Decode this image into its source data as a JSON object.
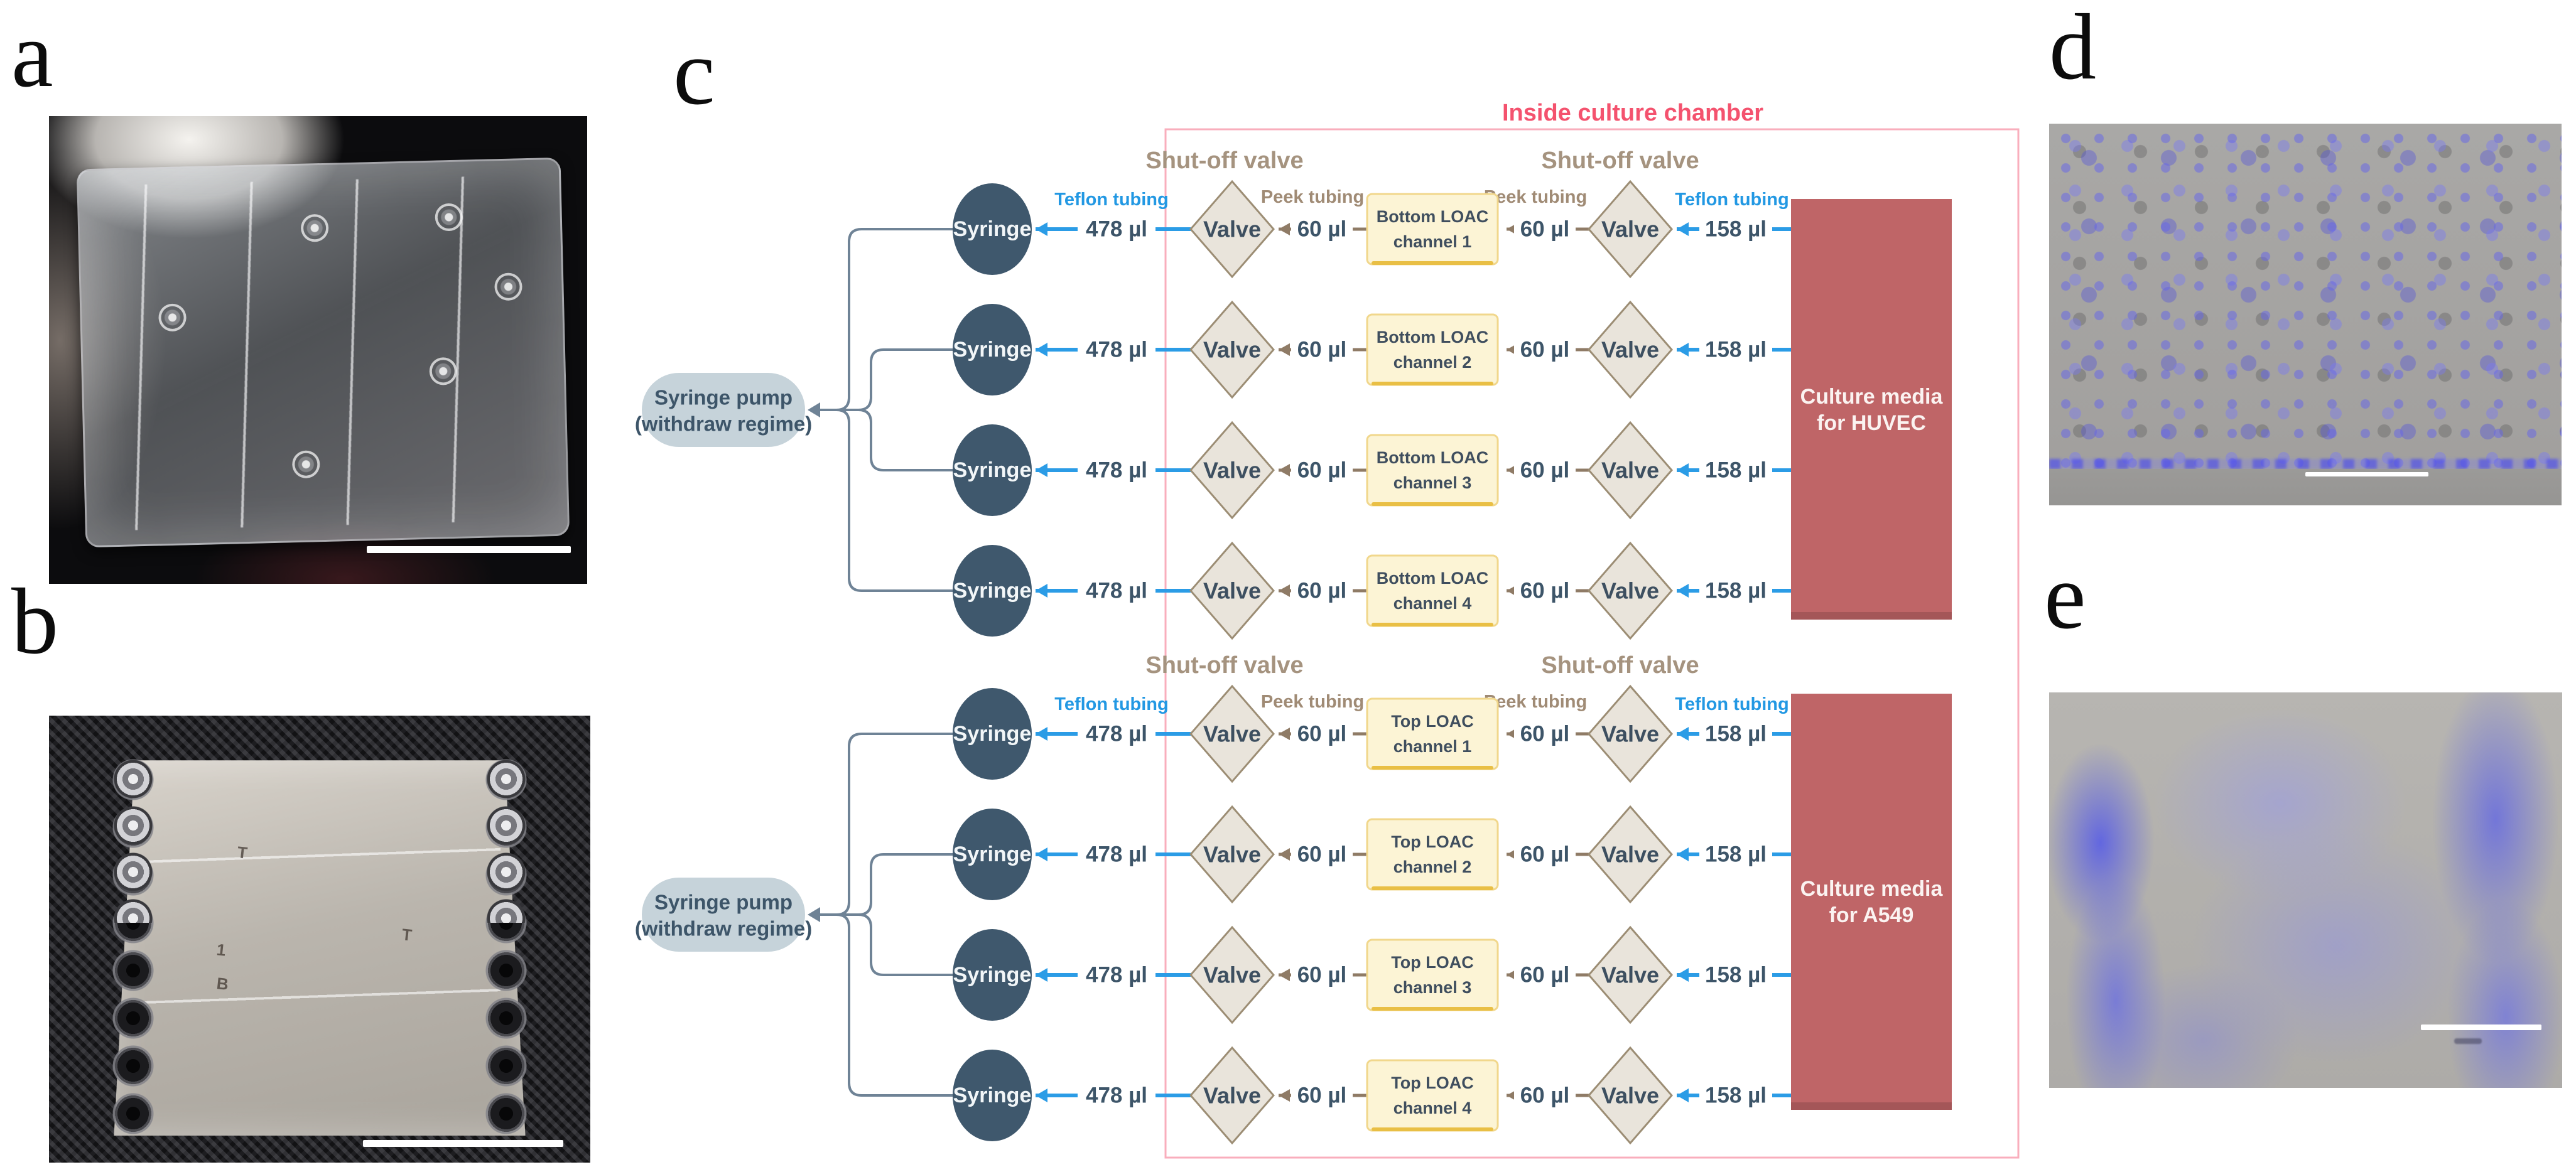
{
  "figure": {
    "panels": [
      {
        "id": "a",
        "label": "a"
      },
      {
        "id": "b",
        "label": "b"
      },
      {
        "id": "c",
        "label": "c"
      },
      {
        "id": "d",
        "label": "d"
      },
      {
        "id": "e",
        "label": "e"
      }
    ],
    "panel_b_chip_marks": [
      "T",
      "1",
      "B",
      "T"
    ]
  },
  "diagram": {
    "chamber_title": "Inside culture chamber",
    "shutoff_label": "Shut-off valve",
    "teflon_label": "Teflon tubing",
    "peek_label": "Peek tubing",
    "pump_line1": "Syringe pump",
    "pump_line2": "(withdraw regime)",
    "syringe_label": "Syringe",
    "valve_label": "Valve",
    "vol_syringe": "478 µl",
    "vol_channel": "60 µl",
    "vol_media": "158 µl",
    "sections": [
      {
        "name": "bottom-LOAC-group",
        "media_line1": "Culture media",
        "media_line2": "for HUVEC",
        "channels": [
          {
            "l1": "Bottom LOAC",
            "l2": "channel 1"
          },
          {
            "l1": "Bottom LOAC",
            "l2": "channel 2"
          },
          {
            "l1": "Bottom LOAC",
            "l2": "channel 3"
          },
          {
            "l1": "Bottom LOAC",
            "l2": "channel 4"
          }
        ]
      },
      {
        "name": "top-LOAC-group",
        "media_line1": "Culture media",
        "media_line2": "for A549",
        "channels": [
          {
            "l1": "Top LOAC",
            "l2": "channel 1"
          },
          {
            "l1": "Top LOAC",
            "l2": "channel 2"
          },
          {
            "l1": "Top LOAC",
            "l2": "channel 3"
          },
          {
            "l1": "Top LOAC",
            "l2": "channel 4"
          }
        ]
      }
    ],
    "colors": {
      "teflon_blue": "#2b9ce6",
      "peek_tan": "#8f7b66",
      "chamber_pink": "#f9aebc",
      "title_pink": "#f4526e",
      "syringe_fill": "#3f586d",
      "pump_fill": "#c6d3da",
      "valve_fill": "#e9e4db",
      "valve_stroke": "#9c8d74",
      "loac_fill": "#fcf4d5",
      "loac_stroke": "#f1d78c",
      "media_fill": "#bf6567",
      "text_slate": "#3d5569",
      "connector_slate": "#6f8396"
    }
  }
}
